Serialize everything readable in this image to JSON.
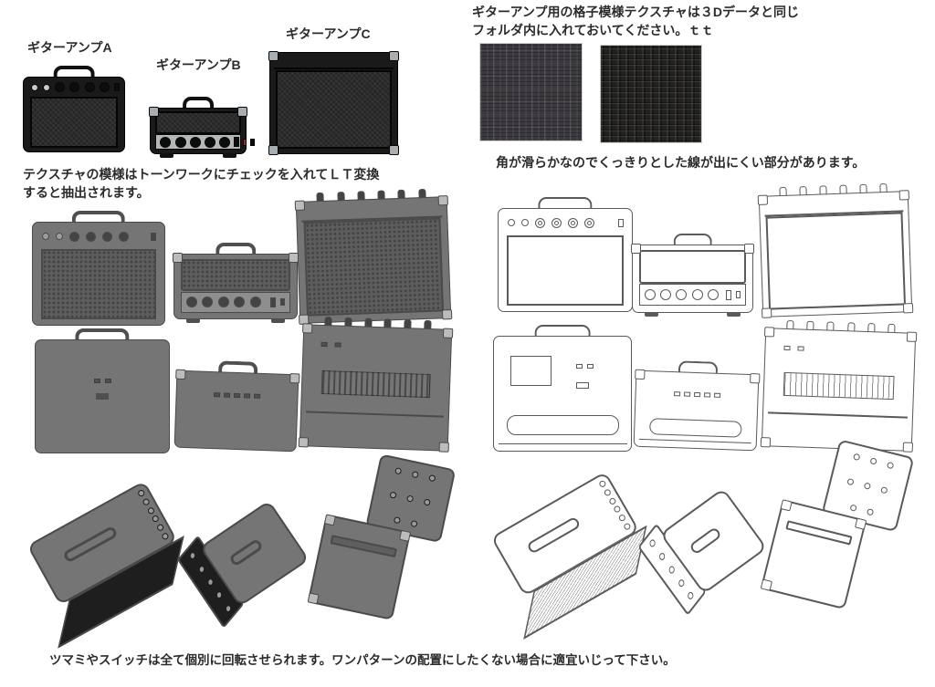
{
  "colors": {
    "background": "#ffffff",
    "text": "#2b2b2b",
    "amp_black": "#1a1a1a",
    "panel_silver": "#b4b8b4",
    "gray_render_body": "#757575",
    "line_art_stroke": "#5a5a5a",
    "power_led_red": "#b22222",
    "plaid_texture_base": "#3b393d",
    "basketweave_texture_base": "#232220"
  },
  "labels": {
    "amp_a": "ギターアンプA",
    "amp_b": "ギターアンプB",
    "amp_c": "ギターアンプC"
  },
  "notes": {
    "texture_folder_line1": "ギターアンプ用の格子模様テクスチャは３Dデータと同じ",
    "texture_folder_line2": "フォルダ内に入れておいてください。ｔｔ",
    "lt_convert_line1": "テクスチャの模様はトーンワークにチェックを入れてＬＴ変換",
    "lt_convert_line2": "すると抽出されます。",
    "smooth_corners": "角が滑らかなのでくっきりとした線が出にくい部分があります。",
    "knobs_rotate": "ツマミやスイッチは全て個別に回転させられます。ワンパターンの配置にしたくない場合に適宜いじって下さい。"
  },
  "graphics": {
    "textures": [
      {
        "name": "plaid-grille-cloth-texture"
      },
      {
        "name": "basketweave-tolex-texture"
      }
    ],
    "render_styles": [
      "photo",
      "gray-render",
      "line-art"
    ],
    "views": [
      "front",
      "back",
      "perspective"
    ]
  }
}
